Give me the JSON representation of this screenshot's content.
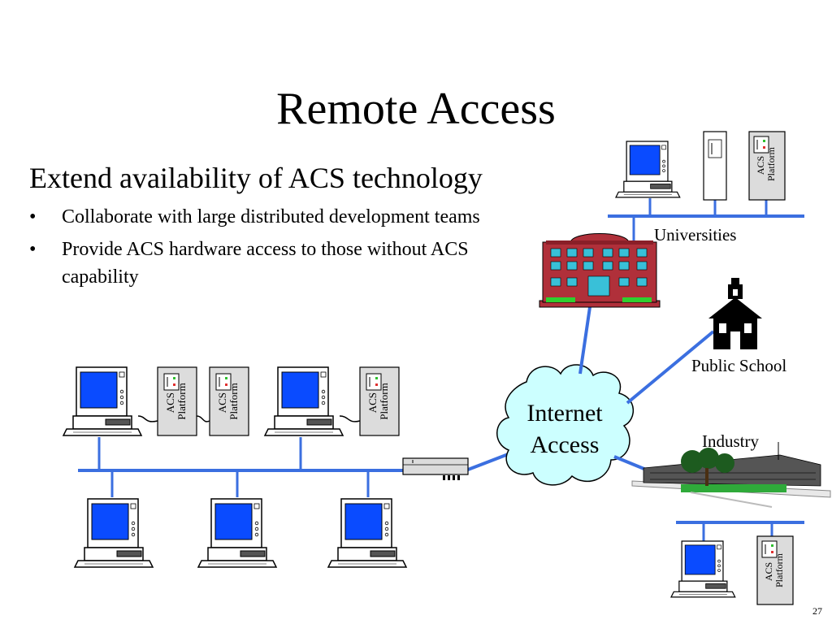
{
  "slide": {
    "title": "Remote Access",
    "subtitle": "Extend availability of ACS technology",
    "bullets": [
      "Collaborate with large distributed development teams",
      "Provide ACS hardware access to those without ACS capability"
    ],
    "page_number": "27"
  },
  "diagram": {
    "acs_platform_label": [
      "ACS",
      "Platform"
    ],
    "internet_label": [
      "Internet",
      "Access"
    ],
    "sites": {
      "universities": "Universities",
      "public_school": "Public School",
      "industry": "Industry"
    },
    "colors": {
      "network_line": "#3b6fe0",
      "screen": "#0a4bff",
      "cloud_fill": "#ccffff",
      "building_brick": "#b0303a",
      "window": "#39c0d8",
      "device_fill": "#dcdcdc"
    }
  }
}
